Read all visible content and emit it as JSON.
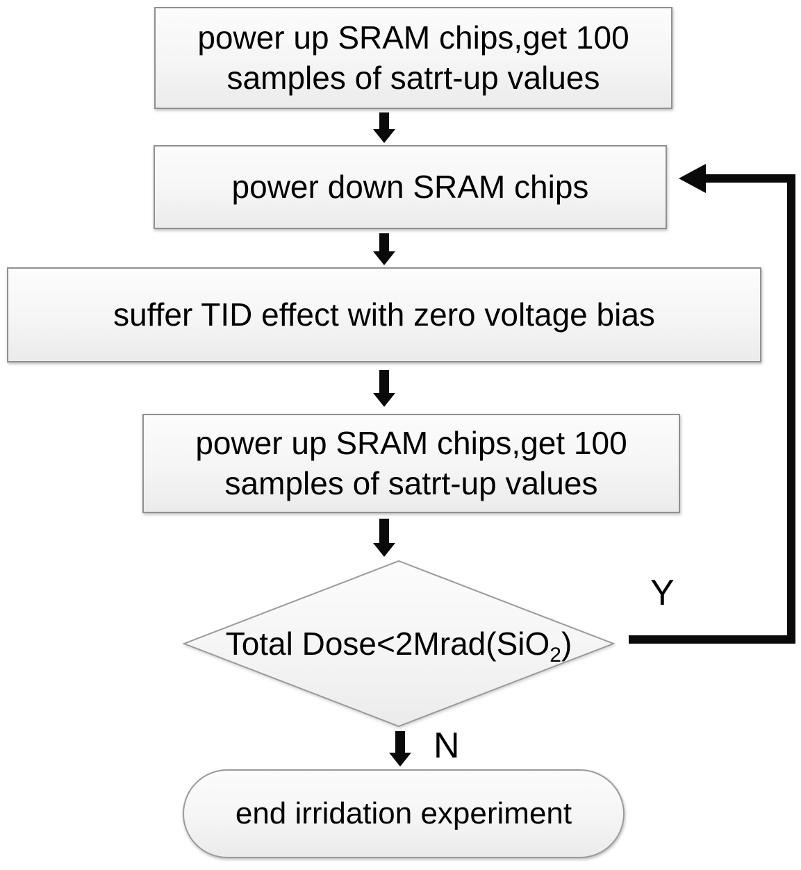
{
  "diagram": {
    "title": "SRAM TID irradiation experiment flowchart",
    "type": "flowchart",
    "colors": {
      "node_fill_top": "#fcfcfc",
      "node_fill_bottom": "#ebebeb",
      "node_border": "#909090",
      "connector": "#0a0a0a",
      "text": "#000000",
      "background": "#ffffff"
    },
    "nodes": {
      "start_sample": {
        "type": "process",
        "line1": "power up SRAM chips,get 100",
        "line2": "samples of satrt-up values"
      },
      "power_down": {
        "type": "process",
        "line1": "power down SRAM chips"
      },
      "tid_effect": {
        "type": "process",
        "line1": "suffer TID effect with zero voltage bias"
      },
      "resample": {
        "type": "process",
        "line1": "power up SRAM chips,get 100",
        "line2": "samples of satrt-up values"
      },
      "decision": {
        "type": "decision",
        "prefix": "Total Dose<2Mrad(SiO",
        "subscript": "2",
        "suffix": ")"
      },
      "end": {
        "type": "terminator",
        "line1": "end irridation experiment"
      }
    },
    "labels": {
      "yes": "Y",
      "no": "N"
    },
    "edges": [
      {
        "from": "start_sample",
        "to": "power_down"
      },
      {
        "from": "power_down",
        "to": "tid_effect"
      },
      {
        "from": "tid_effect",
        "to": "resample"
      },
      {
        "from": "resample",
        "to": "decision"
      },
      {
        "from": "decision",
        "to": "power_down",
        "label": "Y"
      },
      {
        "from": "decision",
        "to": "end",
        "label": "N"
      }
    ]
  }
}
